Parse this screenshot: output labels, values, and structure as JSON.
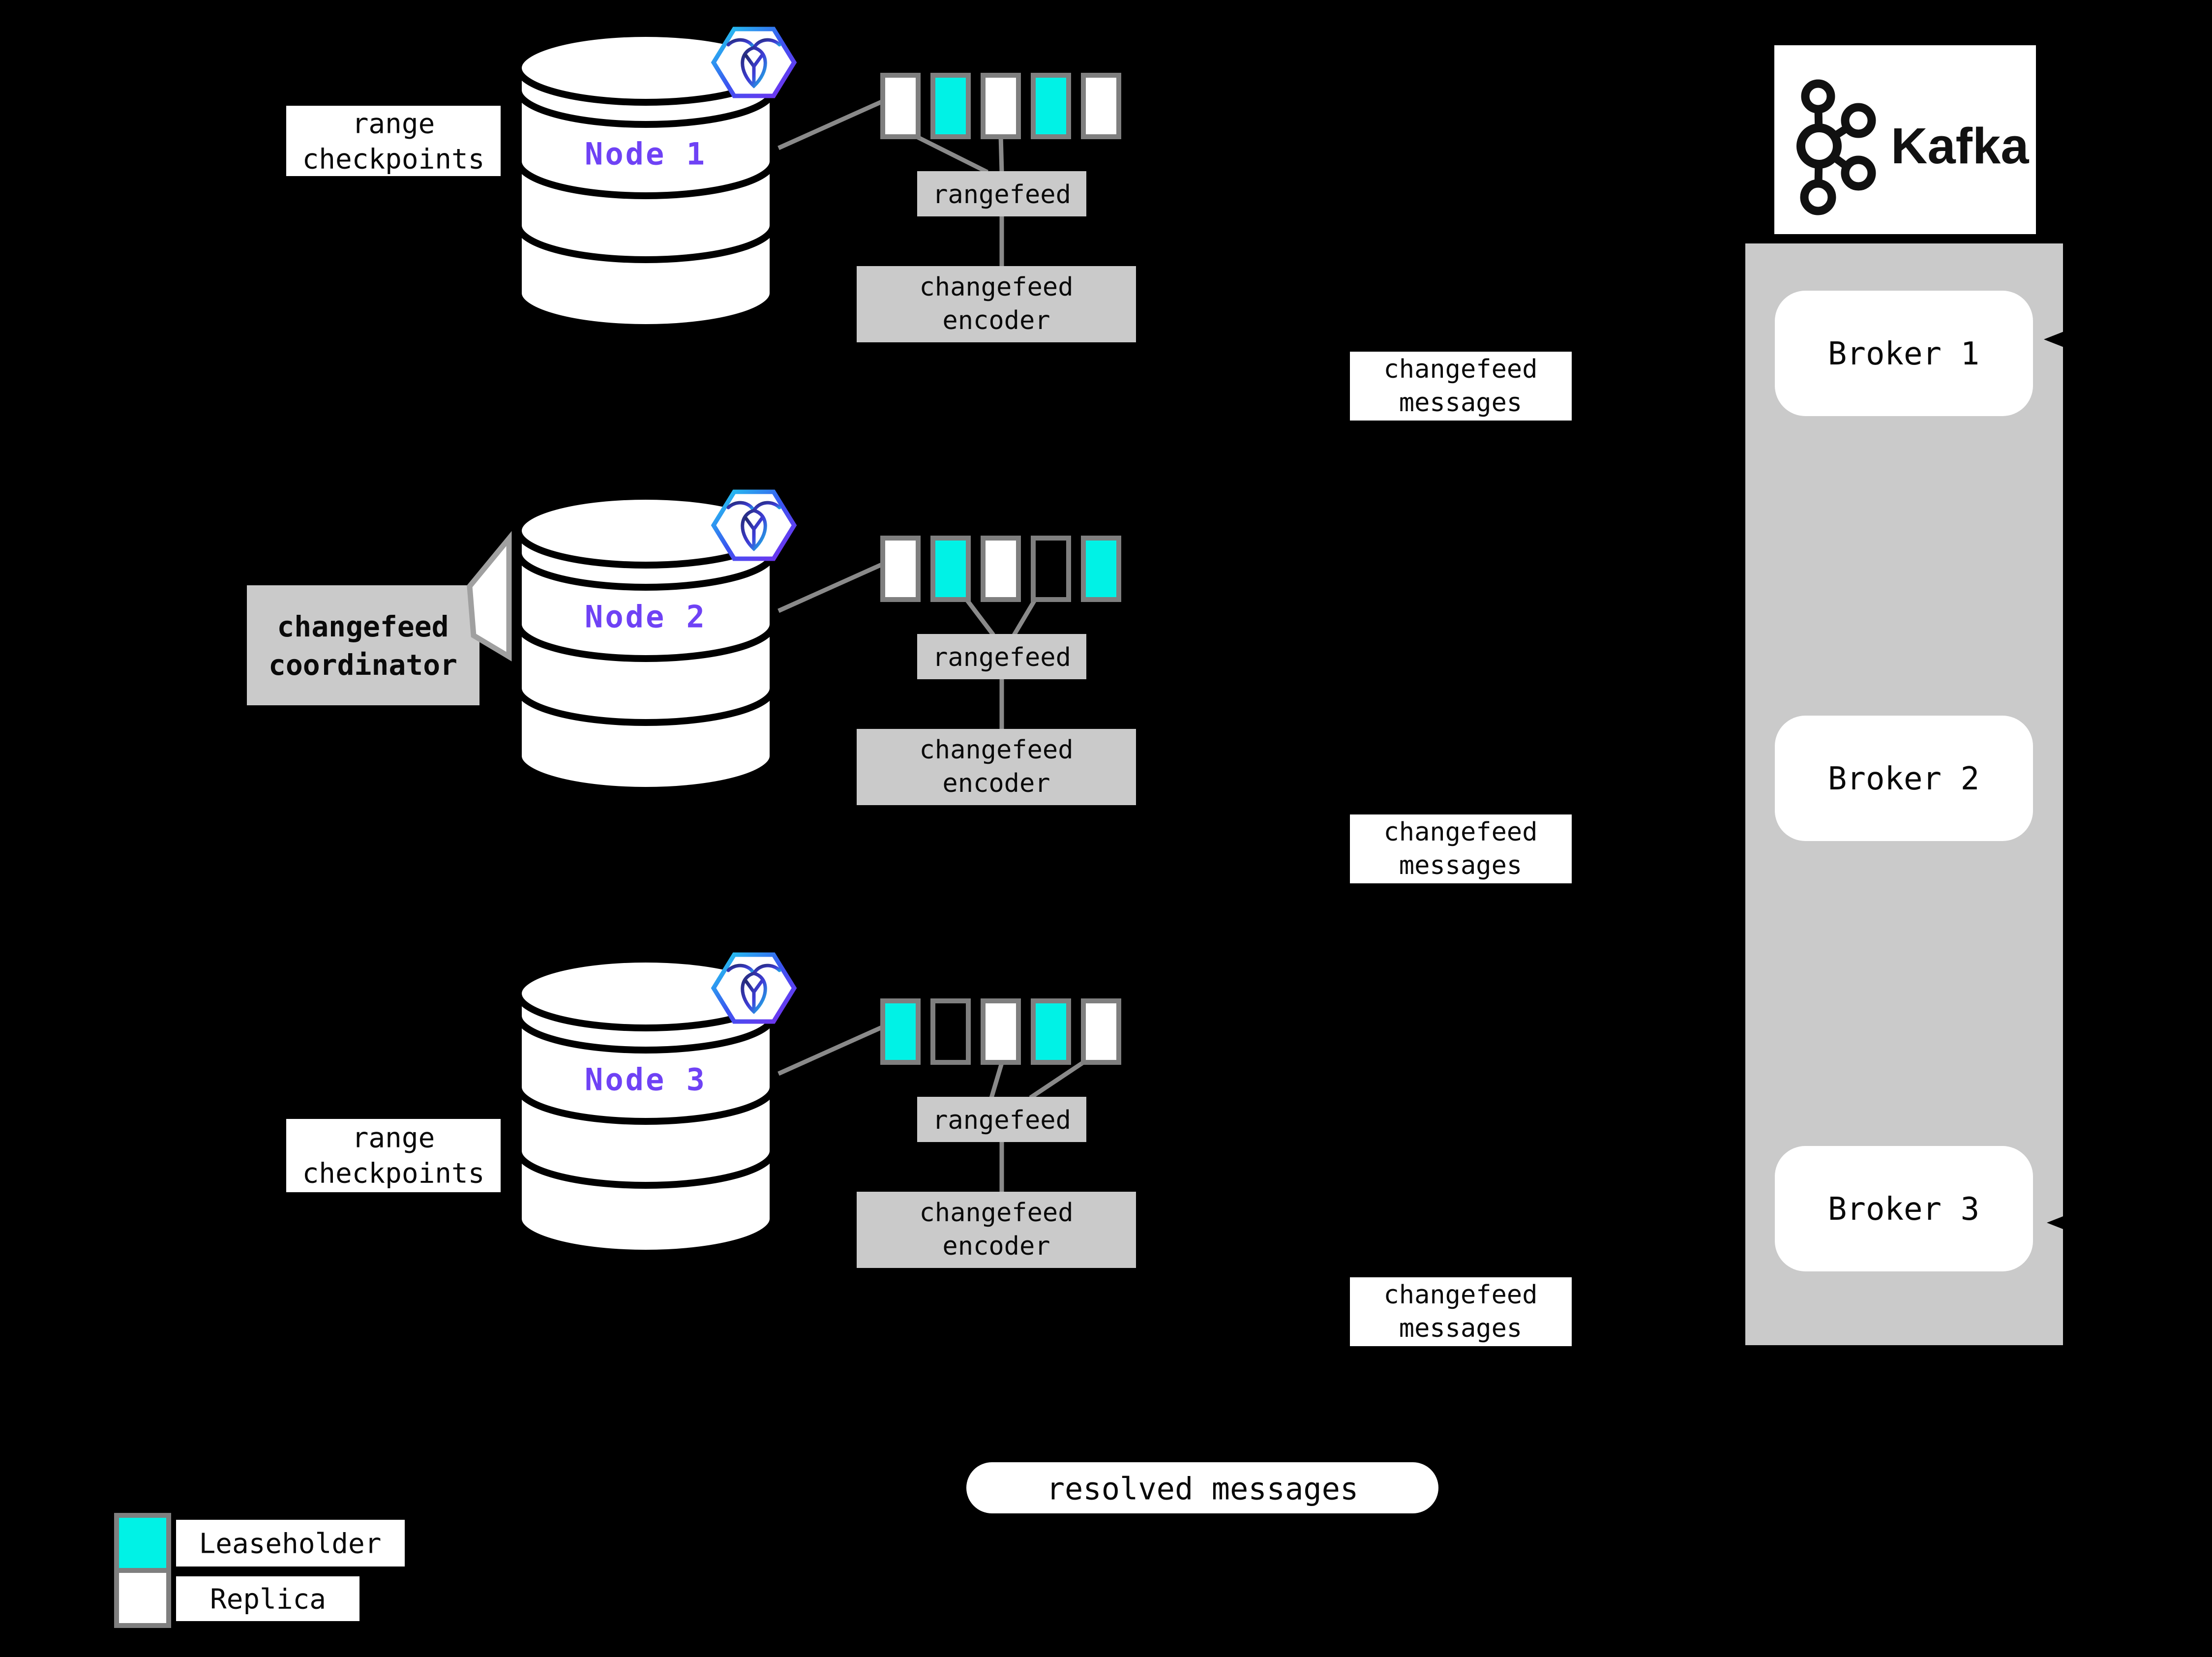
{
  "colors": {
    "leaseholder": "#00f2e6",
    "replica": "#ffffff",
    "panel_gray": "#cacaca",
    "border_gray": "#7f7f7f",
    "line_gray": "#8a8a8a",
    "node_label_purple": "#6f42f5",
    "background": "#000000"
  },
  "nodes": [
    {
      "label": "Node 1",
      "ranges": [
        "replica",
        "leaseholder",
        "replica",
        "leaseholder",
        "replica"
      ],
      "rangefeed_label": "rangefeed",
      "encoder_line1": "changefeed",
      "encoder_line2": "encoder",
      "messages_line1": "changefeed",
      "messages_line2": "messages"
    },
    {
      "label": "Node 2",
      "ranges": [
        "replica",
        "leaseholder",
        "replica",
        "empty",
        "leaseholder"
      ],
      "rangefeed_label": "rangefeed",
      "encoder_line1": "changefeed",
      "encoder_line2": "encoder",
      "messages_line1": "changefeed",
      "messages_line2": "messages"
    },
    {
      "label": "Node 3",
      "ranges": [
        "leaseholder",
        "empty",
        "replica",
        "leaseholder",
        "replica"
      ],
      "rangefeed_label": "rangefeed",
      "encoder_line1": "changefeed",
      "encoder_line2": "encoder",
      "messages_line1": "changefeed",
      "messages_line2": "messages"
    }
  ],
  "annotations": {
    "range_checkpoints_line1": "range",
    "range_checkpoints_line2": "checkpoints",
    "coordinator_line1": "changefeed",
    "coordinator_line2": "coordinator",
    "resolved_messages": "resolved messages"
  },
  "kafka": {
    "title": "Kafka",
    "brokers": [
      {
        "label": "Broker 1"
      },
      {
        "label": "Broker 2"
      },
      {
        "label": "Broker 3"
      }
    ]
  },
  "legend": [
    {
      "label": "Leaseholder",
      "type": "leaseholder"
    },
    {
      "label": "Replica",
      "type": "replica"
    }
  ]
}
